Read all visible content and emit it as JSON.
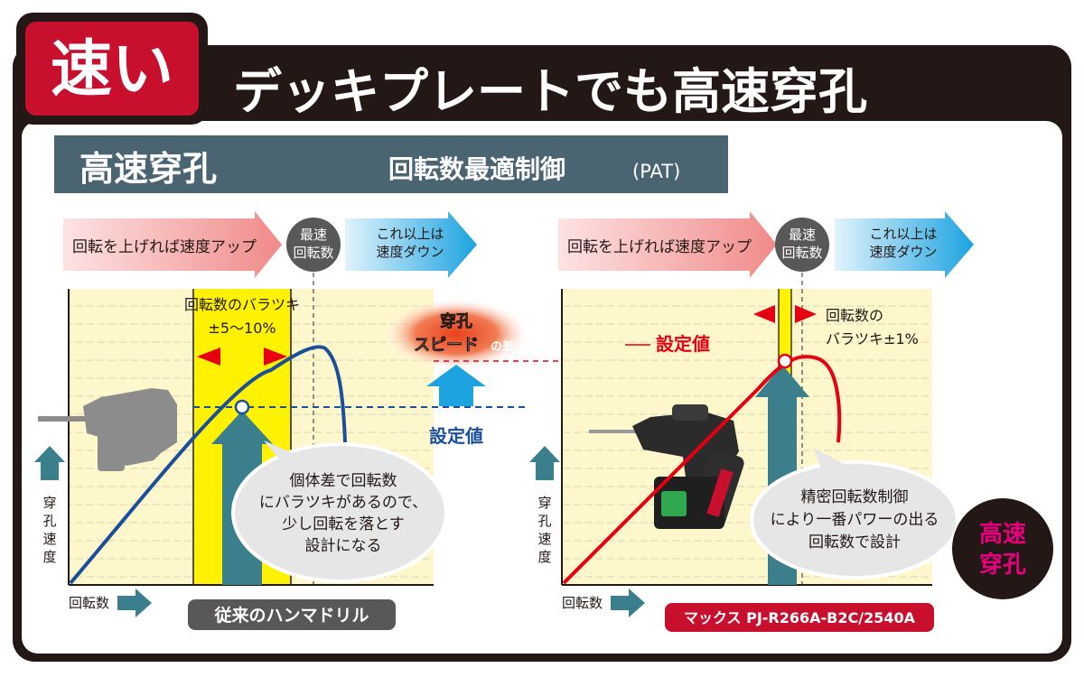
{
  "header": {
    "badge": "速い",
    "title": "デッキプレートでも高速穿孔"
  },
  "subheader": {
    "left": "高速穿孔",
    "center": "回転数最適制御",
    "center_suffix": "(PAT)"
  },
  "arrows": {
    "speed_up": "回転を上げれば速度アップ",
    "max_rpm_line1": "最速",
    "max_rpm_line2": "回転数",
    "speed_down_line1": "これ以上は",
    "speed_down_line2": "速度ダウン"
  },
  "axes": {
    "y_label": [
      "穿",
      "孔",
      "速",
      "度"
    ],
    "x_label": "回転数"
  },
  "left_chart": {
    "variance_line1": "回転数のバラツキ",
    "variance_line2": "±5〜10%",
    "bubble": [
      "個体差で回転数",
      "にバラツキがあるので、",
      "少し回転を落とす",
      "設計になる"
    ],
    "caption": "従来のハンマドリル"
  },
  "middle": {
    "diff_line1": "穿孔",
    "diff_line2_a": "スピード",
    "diff_line2_b": "の差",
    "setpoint_low": "設定値"
  },
  "right_chart": {
    "setpoint_high": "設定値",
    "variance_line1": "回転数の",
    "variance_line2": "バラツキ±1%",
    "bubble": [
      "精密回転数制御",
      "により一番パワーの出る",
      "回転数で設計"
    ],
    "caption": "マックス PJ-R266A-B2C/2540A",
    "badge_line1": "高速",
    "badge_line2": "穿孔"
  },
  "colors": {
    "header_black": "#231815",
    "badge_red": "#c8102e",
    "banner_slate": "#4a6472",
    "chart_yellow_bg": "#fff7cc",
    "variance_yellow": "#fff200",
    "curve_blue": "#1a4f9c",
    "curve_red": "#e60012",
    "teal_arrow": "#3b7f8c",
    "sky_arrow": "#1ca3e0",
    "pink_arrow": "#f4a0a0"
  }
}
